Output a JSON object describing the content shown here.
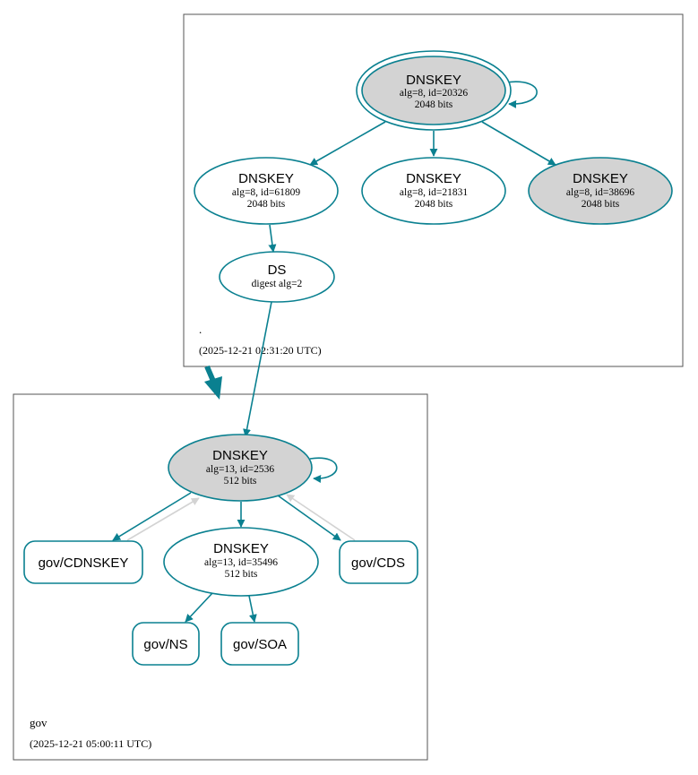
{
  "colors": {
    "edge": "#0a8090",
    "ghost": "#d3d3d3",
    "fill_gray": "#d3d3d3",
    "fill_white": "#ffffff",
    "border": "#555555"
  },
  "zones": {
    "root": {
      "name": ".",
      "timestamp": "(2025-12-21 02:31:20 UTC)"
    },
    "gov": {
      "name": "gov",
      "timestamp": "(2025-12-21 05:00:11 UTC)"
    }
  },
  "nodes": {
    "root_ksk": {
      "title": "DNSKEY",
      "line1": "alg=8, id=20326",
      "line2": "2048 bits"
    },
    "root_zsk1": {
      "title": "DNSKEY",
      "line1": "alg=8, id=61809",
      "line2": "2048 bits"
    },
    "root_zsk2": {
      "title": "DNSKEY",
      "line1": "alg=8, id=21831",
      "line2": "2048 bits"
    },
    "root_key3": {
      "title": "DNSKEY",
      "line1": "alg=8, id=38696",
      "line2": "2048 bits"
    },
    "root_ds": {
      "title": "DS",
      "line1": "digest alg=2"
    },
    "gov_ksk": {
      "title": "DNSKEY",
      "line1": "alg=13, id=2536",
      "line2": "512 bits"
    },
    "gov_zsk": {
      "title": "DNSKEY",
      "line1": "alg=13, id=35496",
      "line2": "512 bits"
    },
    "gov_cdnskey": {
      "title": "gov/CDNSKEY"
    },
    "gov_cds": {
      "title": "gov/CDS"
    },
    "gov_ns": {
      "title": "gov/NS"
    },
    "gov_soa": {
      "title": "gov/SOA"
    }
  }
}
